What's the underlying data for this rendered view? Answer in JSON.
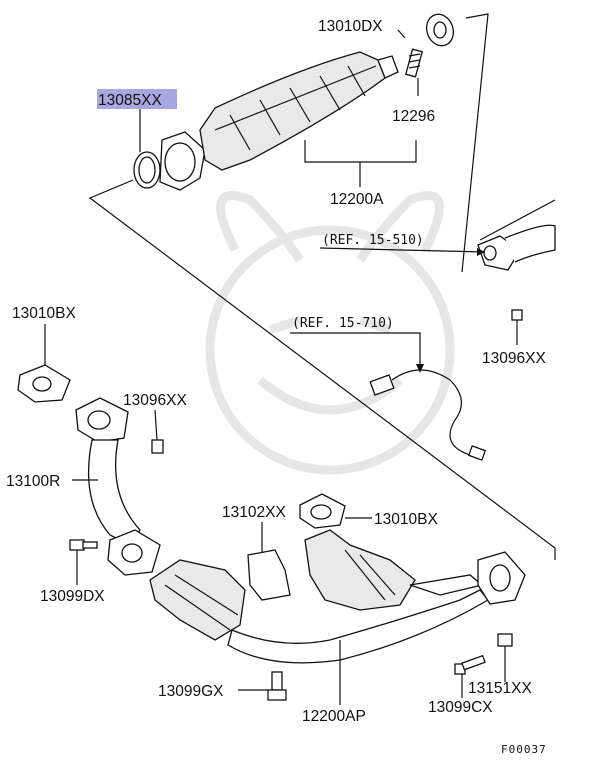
{
  "diagram": {
    "labels": {
      "p13010DX": "13010DX",
      "p13085XX": "13085XX",
      "p12296": "12296",
      "p12200A": "12200A",
      "ref_510": "(REF. 15-510)",
      "ref_710": "(REF. 15-710)",
      "p13010BX_left": "13010BX",
      "p13096XX_right": "13096XX",
      "p13096XX_left": "13096XX",
      "p13100R": "13100R",
      "p13102XX": "13102XX",
      "p13010BX_right": "13010BX",
      "p13099DX": "13099DX",
      "p13099GX": "13099GX",
      "p12200AP": "12200AP",
      "p13151XX": "13151XX",
      "p13099CX": "13099CX",
      "figure_id": "F00037"
    },
    "highlighted_part": "13085XX",
    "colors": {
      "highlight": "#a8a8e0",
      "ink": "#111111",
      "watermark": "#e6e6e6"
    }
  }
}
